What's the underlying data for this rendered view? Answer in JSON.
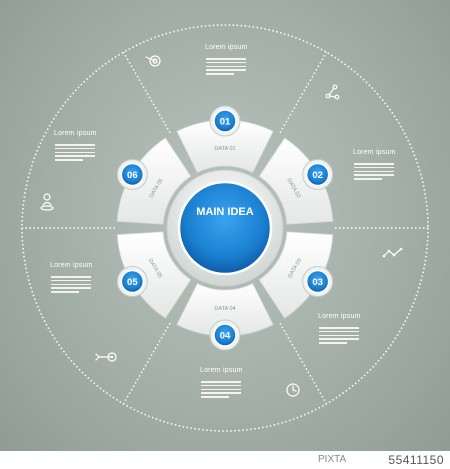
{
  "center": {
    "title": "MAIN IDEA"
  },
  "items": [
    {
      "num": "01",
      "data_label": "DATA 01",
      "heading": "Lorem ipsum",
      "icon": "target-icon"
    },
    {
      "num": "02",
      "data_label": "DATA 02",
      "heading": "Lorem ipsum",
      "icon": "share-icon"
    },
    {
      "num": "03",
      "data_label": "DATA 03",
      "heading": "Lorem ipsum",
      "icon": "line-chart-icon"
    },
    {
      "num": "04",
      "data_label": "DATA 04",
      "heading": "Lorem ipsum",
      "icon": "clock-icon"
    },
    {
      "num": "05",
      "data_label": "DATA 05",
      "heading": "Lorem ipsum",
      "icon": "arrow-target-icon"
    },
    {
      "num": "06",
      "data_label": "DATA 06",
      "heading": "Lorem ipsum",
      "icon": "person-icon"
    }
  ],
  "footer": {
    "logo": "PIXTA",
    "image_id": "55411150"
  },
  "colors": {
    "accent": "#1b7fd0",
    "accent_dark": "#0d5aa6",
    "background": "#a3aea8",
    "segment": "#f4f4f4"
  }
}
